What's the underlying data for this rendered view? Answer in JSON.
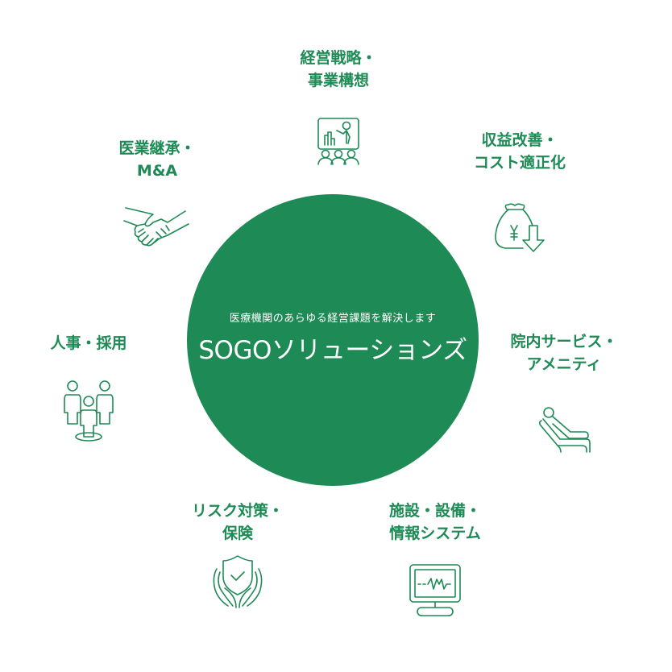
{
  "center": {
    "tagline": "医療機関のあらゆる経営課題を解決します",
    "brand": "SOGOソリューションズ",
    "color": "#1e8a55"
  },
  "nodes": [
    {
      "id": "strategy",
      "line1": "経営戦略・",
      "line2": "事業構想",
      "icon": "presentation-icon"
    },
    {
      "id": "revenue",
      "line1": "収益改善・",
      "line2": "コスト適正化",
      "icon": "money-bag-down-icon"
    },
    {
      "id": "amenity",
      "line1": "院内サービス・",
      "line2": "アメニティ",
      "icon": "reclining-chair-icon"
    },
    {
      "id": "facility",
      "line1": "施設・設備・",
      "line2": "情報システム",
      "icon": "monitor-heartbeat-icon"
    },
    {
      "id": "risk",
      "line1": "リスク対策・",
      "line2": "保険",
      "icon": "shield-hands-icon"
    },
    {
      "id": "hr",
      "line1": "人事・採用",
      "line2": "",
      "icon": "people-group-icon"
    },
    {
      "id": "succession",
      "line1": "医業継承・",
      "line2": "M&A",
      "icon": "handshake-icon"
    }
  ]
}
